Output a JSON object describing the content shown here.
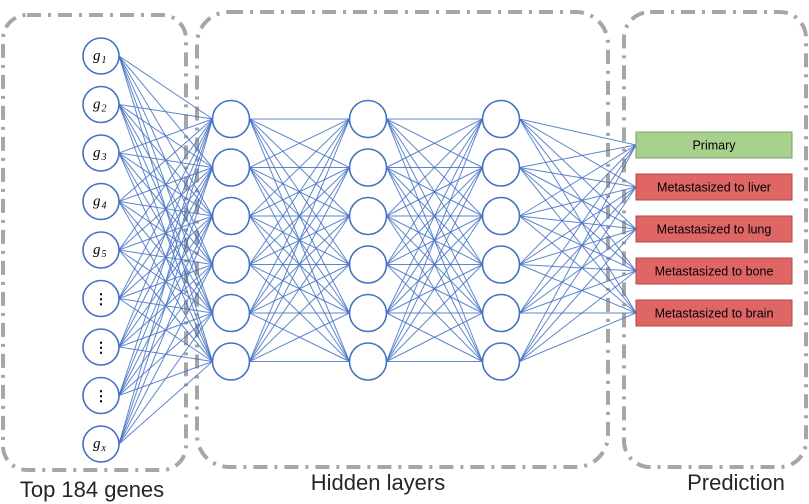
{
  "groups": {
    "input": {
      "title": "Top 184 genes"
    },
    "hidden": {
      "title": "Hidden layers"
    },
    "output": {
      "title": "Prediction"
    }
  },
  "input_nodes": [
    {
      "symbol": "g",
      "subscript": "1"
    },
    {
      "symbol": "g",
      "subscript": "2"
    },
    {
      "symbol": "g",
      "subscript": "3"
    },
    {
      "symbol": "g",
      "subscript": "4"
    },
    {
      "symbol": "g",
      "subscript": "5"
    },
    {
      "symbol": "⋮",
      "subscript": ""
    },
    {
      "symbol": "⋮",
      "subscript": ""
    },
    {
      "symbol": "⋮",
      "subscript": ""
    },
    {
      "symbol": "g",
      "subscript": "x"
    }
  ],
  "hidden_layers": [
    {
      "nodes": 6
    },
    {
      "nodes": 6
    },
    {
      "nodes": 6
    }
  ],
  "outputs": [
    {
      "label": "Primary",
      "fill": "#a9d18e"
    },
    {
      "label": "Metastasized to liver",
      "fill": "#e06666"
    },
    {
      "label": "Metastasized to lung",
      "fill": "#e06666"
    },
    {
      "label": "Metastasized to bone",
      "fill": "#e06666"
    },
    {
      "label": "Metastasized to brain",
      "fill": "#e06666"
    }
  ],
  "colors": {
    "edge": "#4472c4",
    "group_border": "#a6a6a6",
    "primary_fill": "#a9d18e",
    "metastasis_fill": "#e06666"
  }
}
